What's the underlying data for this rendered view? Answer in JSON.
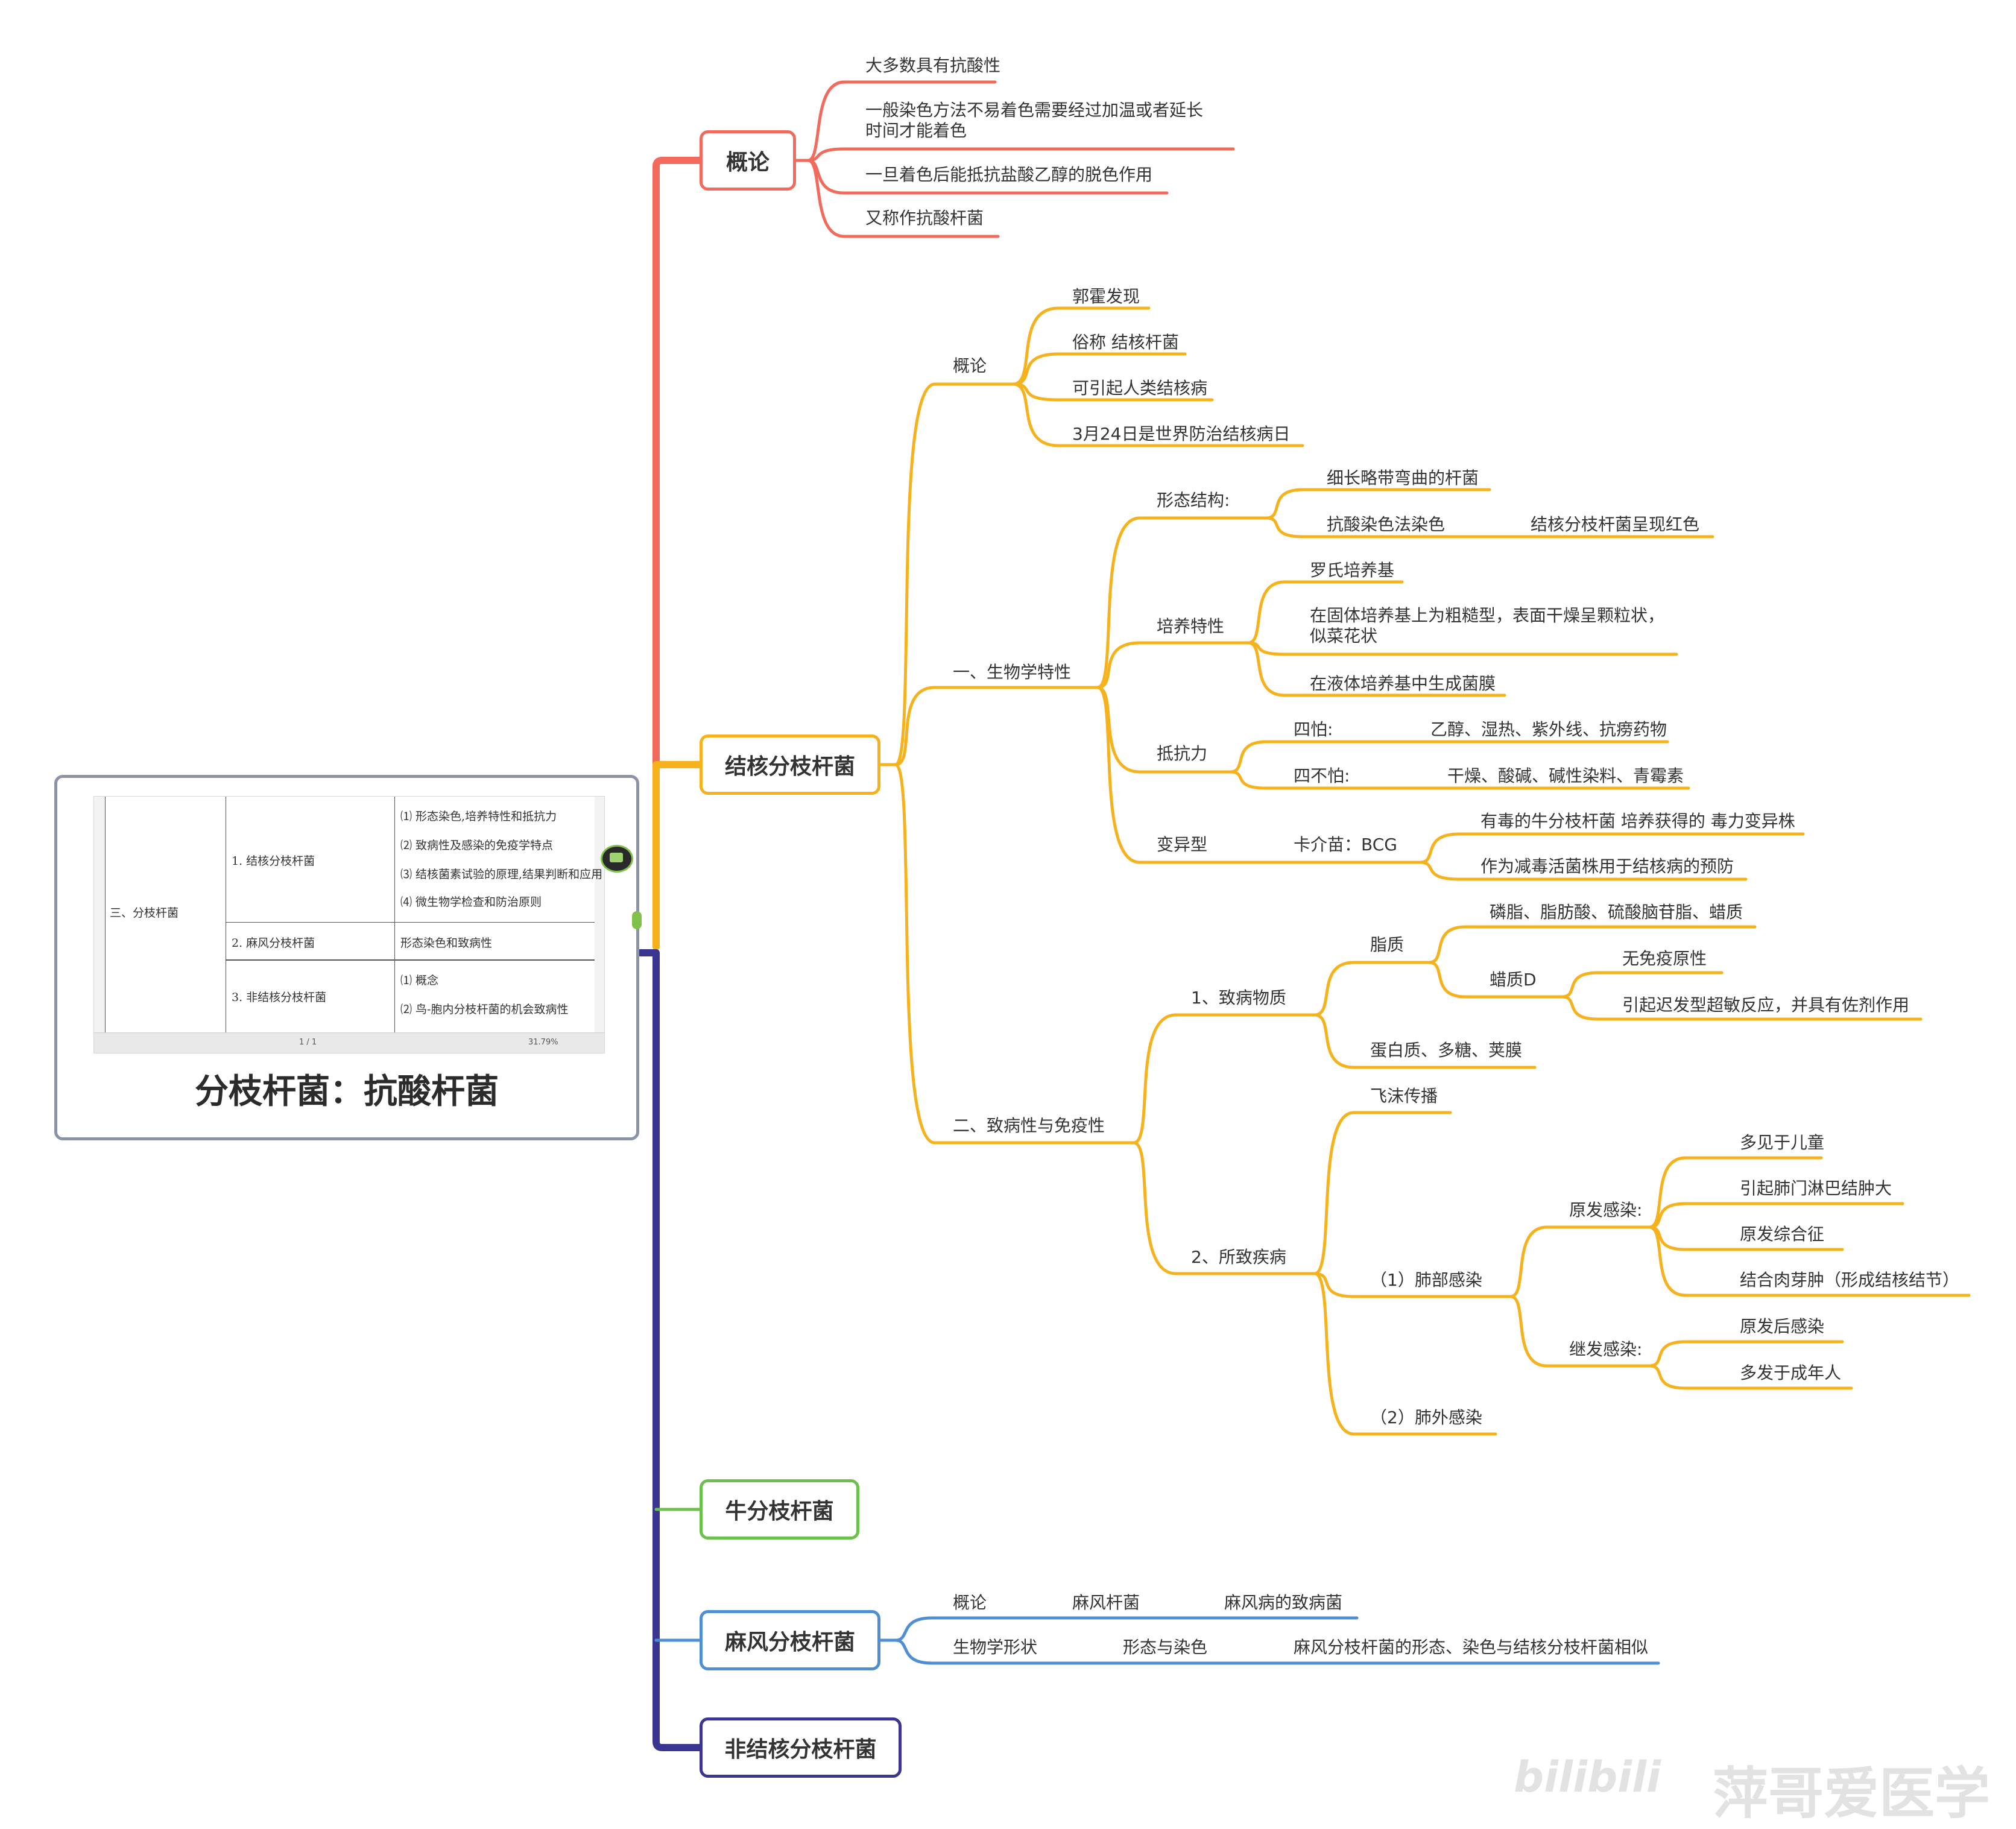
{
  "colors": {
    "red": "#f26a5c",
    "yellow": "#f5b21c",
    "navy": "#3b3592",
    "green": "#6dbf4e",
    "blue": "#4f8ed2",
    "central_border": "#8a94a6"
  },
  "central": {
    "title": "分枝杆菌：抗酸杆菌",
    "thumbnail": {
      "row_header": "三、分枝杆菌",
      "sub1": "1. 结核分枝杆菌",
      "sub1_items": [
        "⑴ 形态染色,培养特性和抵抗力",
        "⑵ 致病性及感染的免疫学特点",
        "⑶ 结核菌素试验的原理,结果判断和应用",
        "⑷ 微生物学检查和防治原则"
      ],
      "sub2": "2. 麻风分枝杆菌",
      "sub2_item": "形态染色和致病性",
      "sub3": "3. 非结核分枝杆菌",
      "sub3_items": [
        "⑴ 概念",
        "⑵ 鸟-胞内分枝杆菌的机会致病性"
      ],
      "status_page": "1 / 1",
      "status_zoom": "31.79%"
    }
  },
  "topics": {
    "gailun": "概论",
    "jiehe": "结核分枝杆菌",
    "niu": "牛分枝杆菌",
    "mafeng": "麻风分枝杆菌",
    "feijiehe": "非结核分枝杆菌"
  },
  "gailun_items": [
    "大多数具有抗酸性",
    "一般染色方法不易着色需要经过加温或者延长时间才能着色",
    "一旦着色后能抵抗盐酸乙醇的脱色作用",
    "又称作抗酸杆菌"
  ],
  "jiehe": {
    "gailun": {
      "label": "概论",
      "items": [
        "郭霍发现",
        "俗称 结核杆菌",
        "可引起人类结核病",
        "3月24日是世界防治结核病日"
      ]
    },
    "bio": {
      "label": "一、生物学特性",
      "xingtai": {
        "label": "形态结构:",
        "item1": "细长略带弯曲的杆菌",
        "item2": "抗酸染色法染色",
        "item2_sub": "结核分枝杆菌呈现红色"
      },
      "peiyang": {
        "label": "培养特性",
        "items": [
          "罗氏培养基",
          "在固体培养基上为粗糙型，表面干燥呈颗粒状，似菜花状",
          "在液体培养基中生成菌膜"
        ]
      },
      "dikang": {
        "label": "抵抗力",
        "sipa": "四怕:",
        "sipa_val": "乙醇、湿热、紫外线、抗痨药物",
        "busipa": "四不怕:",
        "busipa_val": "干燥、酸碱、碱性染料、青霉素"
      },
      "bianyi": {
        "label": "变异型",
        "bcg": "卡介苗：BCG",
        "items": [
          "有毒的牛分枝杆菌 培养获得的 毒力变异株",
          "作为减毒活菌株用于结核病的预防"
        ]
      }
    },
    "path": {
      "label": "二、致病性与免疫性",
      "wuzhi": {
        "label": "1、致病物质",
        "zhizhi": "脂质",
        "zhizhi_item": "磷脂、脂肪酸、硫酸脑苷脂、蜡质",
        "lazhi": "蜡质D",
        "lazhi_items": [
          "无免疫原性",
          "引起迟发型超敏反应，并具有佐剂作用"
        ],
        "protein": "蛋白质、多糖、荚膜"
      },
      "jibing": {
        "label": "2、所致疾病",
        "feimo": "飞沫传播",
        "feibu": "（1）肺部感染",
        "yuanfa": "原发感染:",
        "yuanfa_items": [
          "多见于儿童",
          "引起肺门淋巴结肿大",
          "原发综合征",
          "结合肉芽肿（形成结核结节）"
        ],
        "jifa": "继发感染:",
        "jifa_items": [
          "原发后感染",
          "多发于成年人"
        ],
        "feiwai": "（2）肺外感染"
      }
    }
  },
  "mafeng": {
    "gailun": "概论",
    "gailun_a": "麻风杆菌",
    "gailun_b": "麻风病的致病菌",
    "bio": "生物学形状",
    "bio_a": "形态与染色",
    "bio_b": "麻风分枝杆菌的形态、染色与结核分枝杆菌相似"
  },
  "watermark": {
    "logo": "bilibili",
    "text": "萍哥爱医学"
  }
}
